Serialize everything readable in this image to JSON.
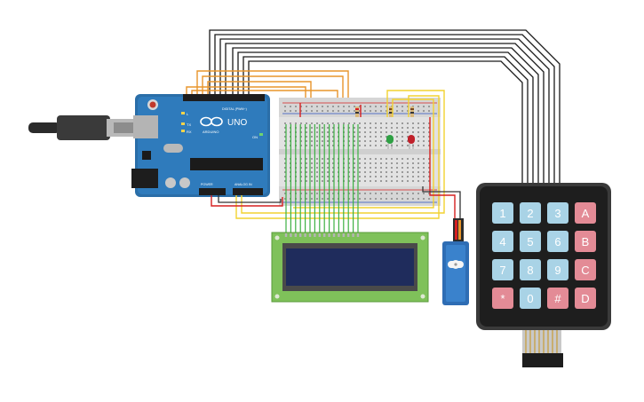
{
  "arduino": {
    "brand": "UNO",
    "sub_brand": "ARDUINO",
    "digital_header": "DIGITAL (PWM~)",
    "power_header": "POWER",
    "analog_header": "ANALOG IN",
    "led_labels": [
      "L",
      "TX",
      "RX"
    ],
    "on_label": "ON"
  },
  "keypad": {
    "keys": [
      [
        "1",
        "2",
        "3",
        "A"
      ],
      [
        "4",
        "5",
        "6",
        "B"
      ],
      [
        "7",
        "8",
        "9",
        "C"
      ],
      [
        "*",
        "0",
        "#",
        "D"
      ]
    ],
    "colors": {
      "number_key": "#a9d3e6",
      "letter_key": "#e38b96",
      "body": "#1e1e1e",
      "frame": "#3a3a3a"
    }
  },
  "components": {
    "lcd": "lcd-16x2",
    "servo": "micro-servo",
    "leds": [
      "green-led",
      "red-led"
    ],
    "usb": "usb-cable"
  },
  "wire_colors": {
    "black": "#1a1a1a",
    "orange": "#e8952b",
    "yellow": "#f2d230",
    "red": "#d62020",
    "green": "#3cb043"
  }
}
